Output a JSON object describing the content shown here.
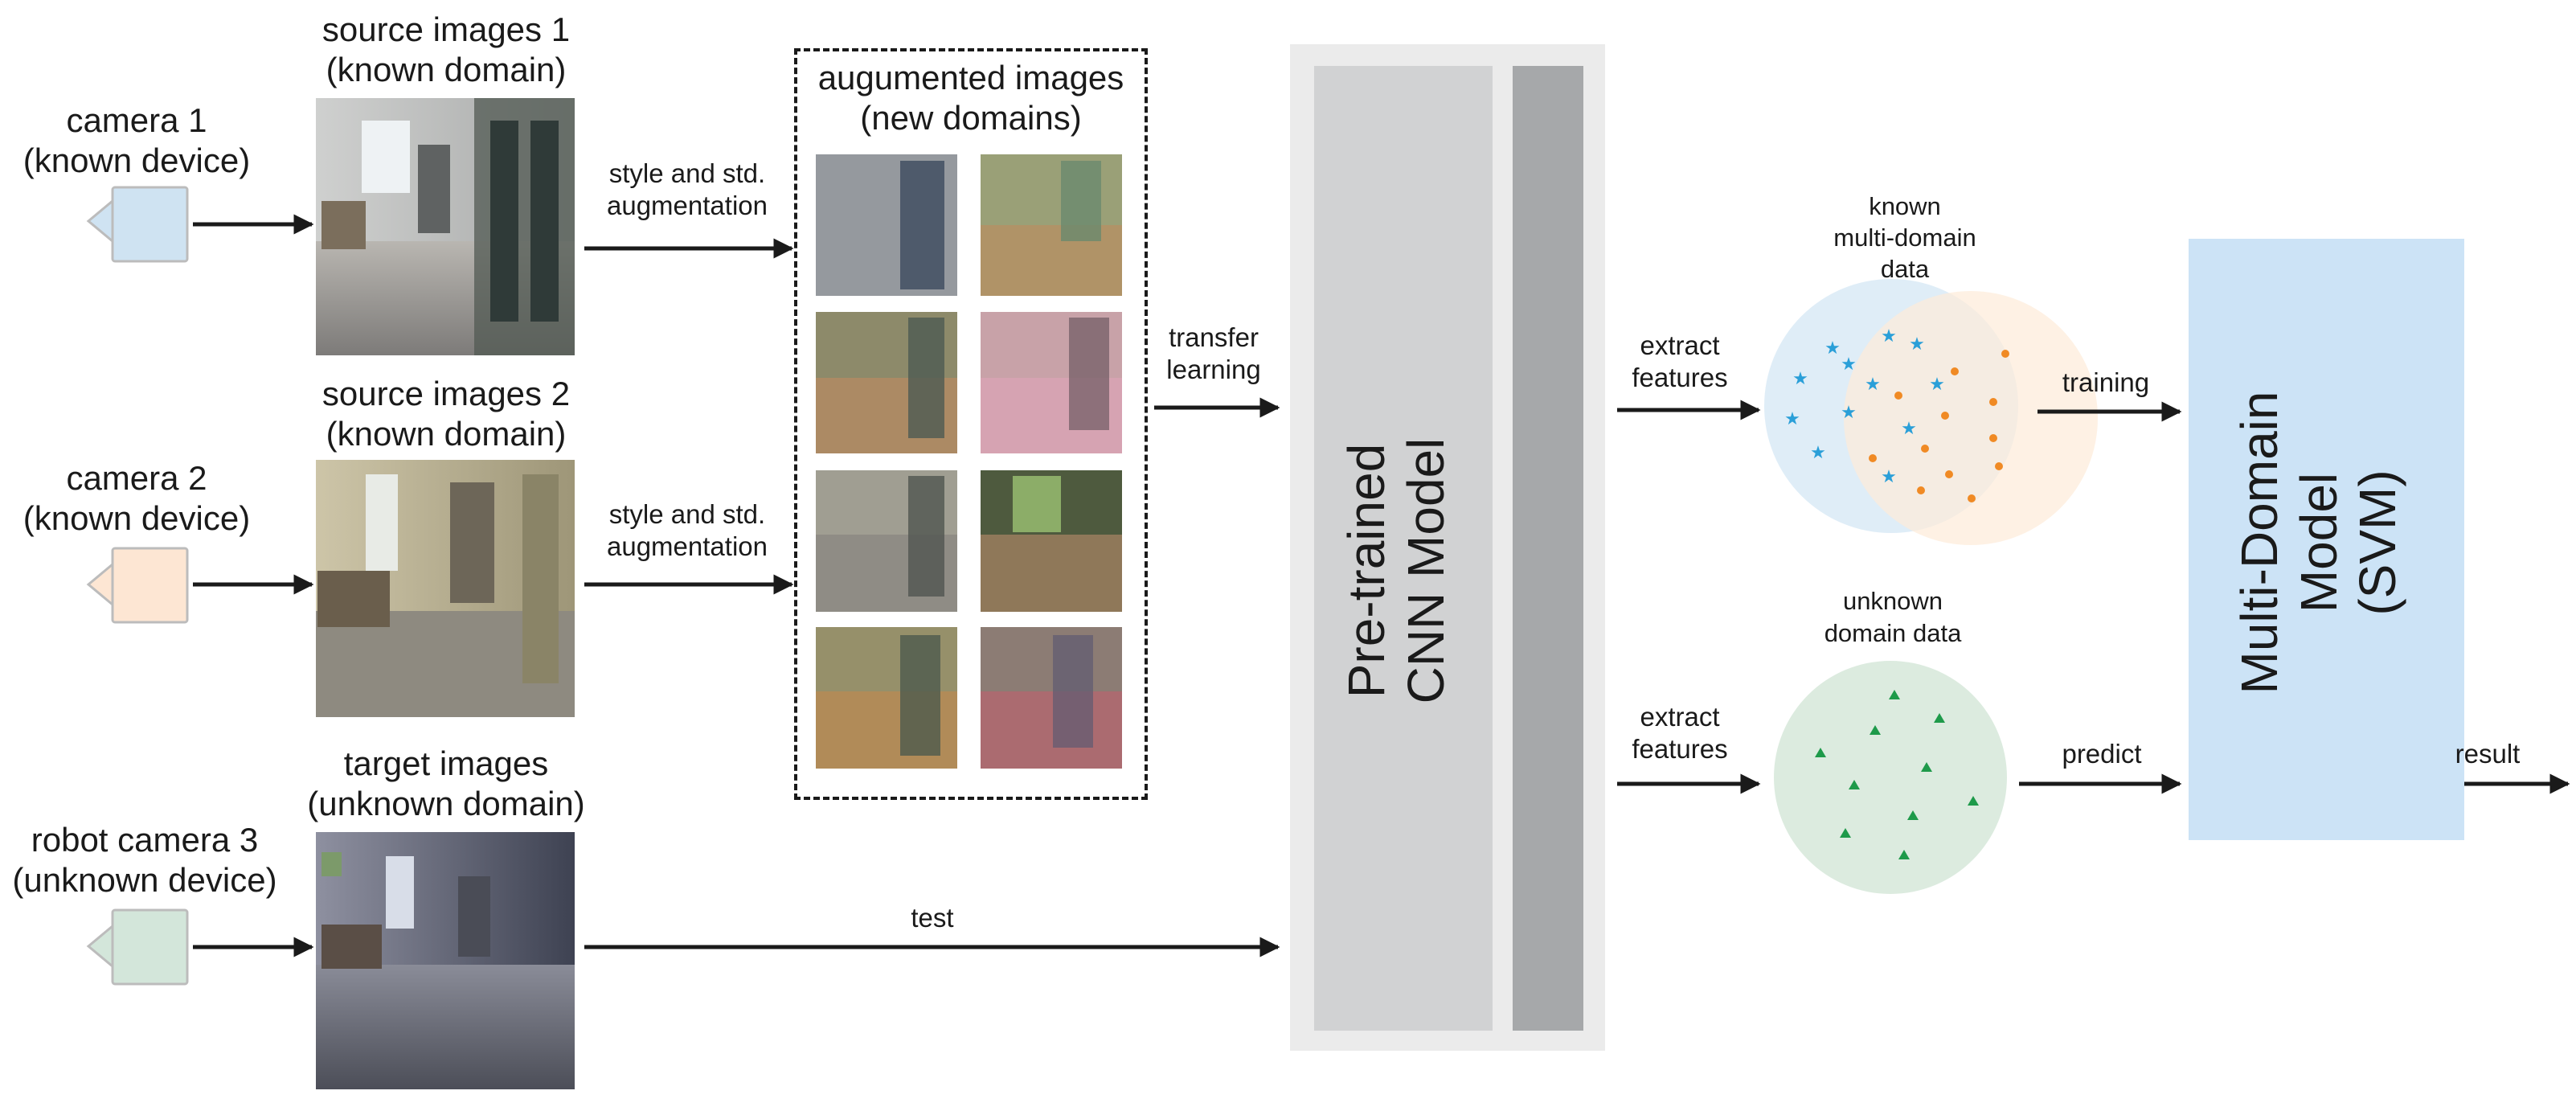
{
  "cameras": [
    {
      "line1": "camera 1",
      "line2": "(known device)",
      "color": "#cfe3f2"
    },
    {
      "line1": "camera 2",
      "line2": "(known device)",
      "color": "#fde6d3"
    },
    {
      "line1": "robot camera 3",
      "line2": "(unknown device)",
      "color": "#d3e6da"
    }
  ],
  "image_sets": [
    {
      "line1": "source images 1",
      "line2": "(known domain)"
    },
    {
      "line1": "source images 2",
      "line2": "(known domain)"
    },
    {
      "line1": "target images",
      "line2": "(unknown domain)"
    }
  ],
  "augmentation": {
    "edge_label_line1": "style and std.",
    "edge_label_line2": "augmentation",
    "box_title_line1": "augumented images",
    "box_title_line2": "(new domains)"
  },
  "transfer": {
    "line1": "transfer",
    "line2": "learning"
  },
  "test_label": "test",
  "cnn": {
    "line1": "Pre-trained",
    "line2": "CNN Model"
  },
  "extract": {
    "line1": "extract",
    "line2": "features"
  },
  "known_cluster": {
    "line1": "known",
    "line2": "multi-domain",
    "line3": "data",
    "color_a": "#dcebf6",
    "color_b": "#fdebd9",
    "star_color": "#2a9fd8",
    "dot_color": "#f08a24"
  },
  "unknown_cluster": {
    "line1": "unknown",
    "line2": "domain data",
    "color": "#dcebdf",
    "marker_color": "#1e9a4a"
  },
  "training_label": "training",
  "predict_label": "predict",
  "svm": {
    "line1": "Multi-Domain",
    "line2": "Model",
    "line3": "(SVM)",
    "color": "#cce3f6"
  },
  "result_label": "result"
}
